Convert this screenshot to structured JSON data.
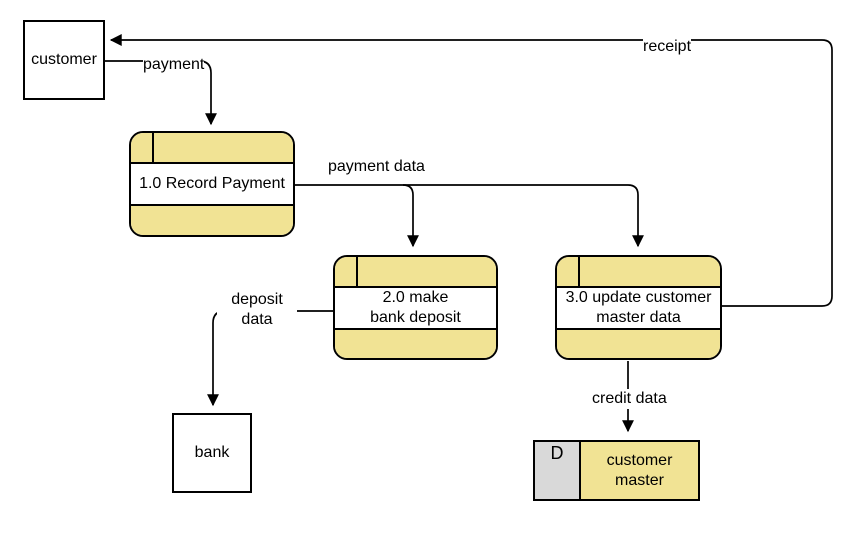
{
  "nodes": {
    "customer": {
      "label": "customer"
    },
    "process1": {
      "label": "1.0 Record Payment"
    },
    "process2": {
      "label": "2.0 make\nbank deposit"
    },
    "process3": {
      "label": "3.0 update customer\nmaster data"
    },
    "bank": {
      "label": "bank"
    },
    "customer_master": {
      "id": "D",
      "label": "customer\nmaster"
    }
  },
  "flows": {
    "payment": {
      "label": "payment"
    },
    "receipt": {
      "label": "receipt"
    },
    "payment_data": {
      "label": "payment data"
    },
    "deposit_data": {
      "label": "deposit\ndata"
    },
    "credit_data": {
      "label": "credit data"
    }
  },
  "colors": {
    "node_fill": "#F1E394",
    "store_id_fill": "#D9D9D9",
    "stroke": "#000000",
    "background": "#FFFFFF"
  }
}
